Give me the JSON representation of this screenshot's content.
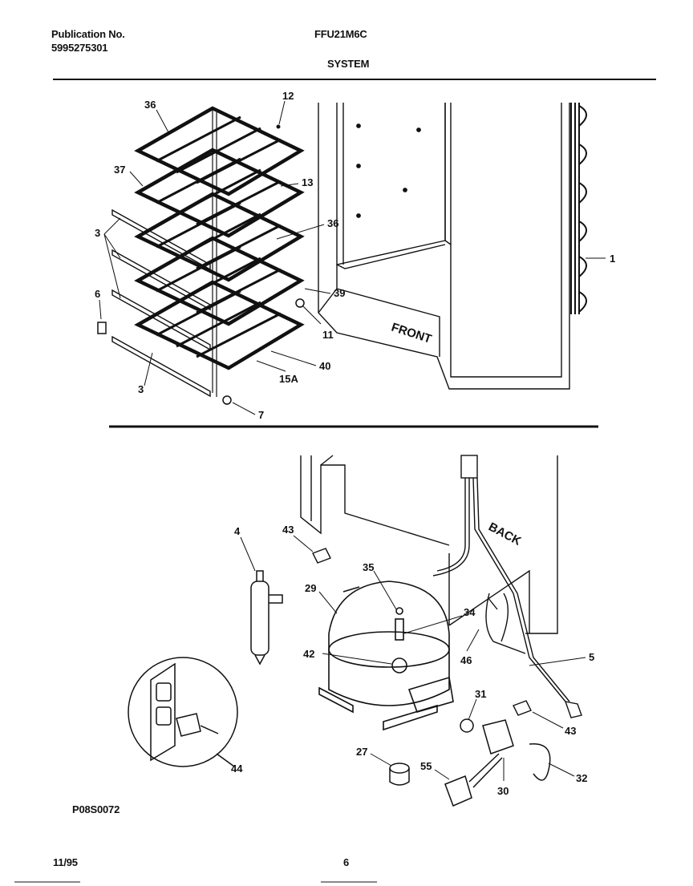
{
  "header": {
    "publication_label": "Publication No.",
    "publication_number": "5995275301",
    "model": "FFU21M6C",
    "section": "SYSTEM"
  },
  "labels": {
    "front": "FRONT",
    "back": "BACK"
  },
  "callouts": {
    "c36a": "36",
    "c12": "12",
    "c37": "37",
    "c13": "13",
    "c36b": "36",
    "c3a": "3",
    "c1": "1",
    "c6": "6",
    "c39": "39",
    "c11": "11",
    "c40": "40",
    "c15a": "15A",
    "c3b": "3",
    "c7": "7",
    "c4": "4",
    "c43a": "43",
    "c35": "35",
    "c29": "29",
    "c34": "34",
    "c42": "42",
    "c46": "46",
    "c5": "5",
    "c31": "31",
    "c43b": "43",
    "c27": "27",
    "c55": "55",
    "c30": "30",
    "c32": "32",
    "c44": "44"
  },
  "footer": {
    "figure_code": "P08S0072",
    "date": "11/95",
    "page": "6"
  }
}
